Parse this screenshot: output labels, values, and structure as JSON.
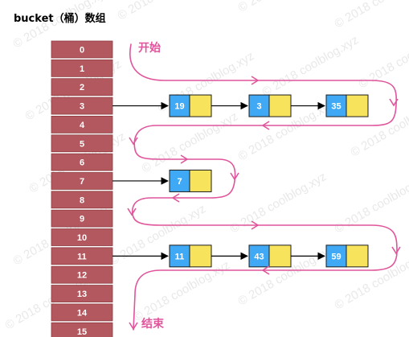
{
  "title": "bucket（桶）数组",
  "buckets": [
    "0",
    "1",
    "2",
    "3",
    "4",
    "5",
    "6",
    "7",
    "8",
    "9",
    "10",
    "11",
    "12",
    "13",
    "14",
    "15"
  ],
  "chains": [
    {
      "bucket": 3,
      "nodes": [
        "19",
        "3",
        "35"
      ]
    },
    {
      "bucket": 7,
      "nodes": [
        "7"
      ]
    },
    {
      "bucket": 11,
      "nodes": [
        "11",
        "43",
        "59"
      ]
    }
  ],
  "start_label": "开始",
  "end_label": "结束",
  "watermark": "© 2018 coolblog.xyz",
  "colors": {
    "bucket_fill": "#b3585e",
    "bucket_stroke": "#ffffff",
    "node_key": "#3fa9f5",
    "node_value": "#f8e35c",
    "path": "#e0559b",
    "title": "#000000",
    "label": "#e0559b"
  }
}
